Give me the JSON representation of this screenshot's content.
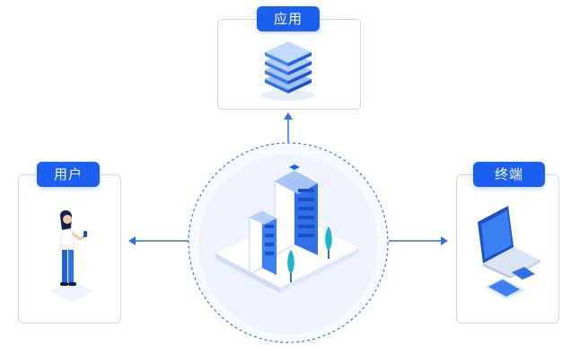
{
  "nodes": {
    "app": {
      "label": "应用",
      "icon": "server-stack-icon"
    },
    "user": {
      "label": "用户",
      "icon": "person-with-phone-icon"
    },
    "terminal": {
      "label": "终端",
      "icon": "laptop-and-devices-icon"
    },
    "center": {
      "icon": "city-buildings-platform-icon"
    }
  },
  "colors": {
    "accent": "#1a5ff0",
    "card_border": "#c8d8f2",
    "arrow": "#2f6fe8"
  }
}
